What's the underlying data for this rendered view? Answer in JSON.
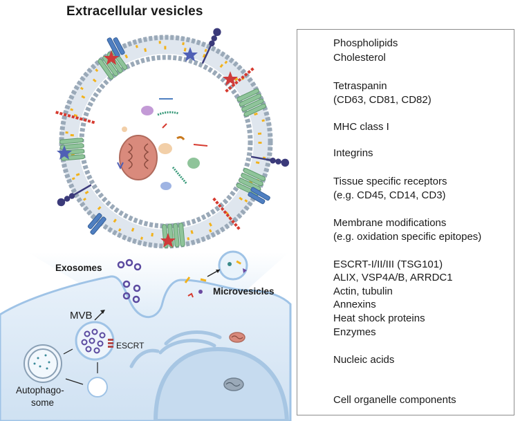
{
  "title": "Extracellular vesicles",
  "legend": {
    "phospholipids": "Phospholipids",
    "cholesterol": "Cholesterol",
    "tetraspanin": "Tetraspanin",
    "tetraspanin_examples": "(CD63, CD81, CD82)",
    "mhc": "MHC class I",
    "integrins": "Integrins",
    "tissue_receptors": "Tissue specific receptors",
    "tissue_receptors_examples": "(e.g. CD45, CD14, CD3)",
    "membrane_mods": "Membrane modifications",
    "membrane_mods_examples": "(e.g. oxidation specific epitopes)",
    "escrt": "ESCRT-I/II/III (TSG101)",
    "alix": "ALIX, VSP4A/B, ARRDC1",
    "actin": "Actin, tubulin",
    "annexins": "Annexins",
    "hsp": "Heat shock proteins",
    "enzymes": "Enzymes",
    "nucleic": "Nucleic acids",
    "organelle": "Cell organelle components"
  },
  "cell": {
    "exosomes": "Exosomes",
    "microvesicles": "Microvesicles",
    "mvb": "MVB",
    "escrt": "ESCRT",
    "autophagosome_line1": "Autophago-",
    "autophagosome_line2": "some"
  },
  "colors": {
    "lipid_head": "#9aa9b8",
    "cholesterol": "#f2b21c",
    "tetraspanin": "#8fc49a",
    "mhc": "#4f7fc1",
    "integrin": "#3b3a7a",
    "receptor": "#d63a2f",
    "star_blue": "#4f5fb5",
    "star_red": "#cf3b3b",
    "mito": "#d98a7c",
    "cell_fill": "#dce9f6",
    "light_cone": "#e7f1fa"
  }
}
